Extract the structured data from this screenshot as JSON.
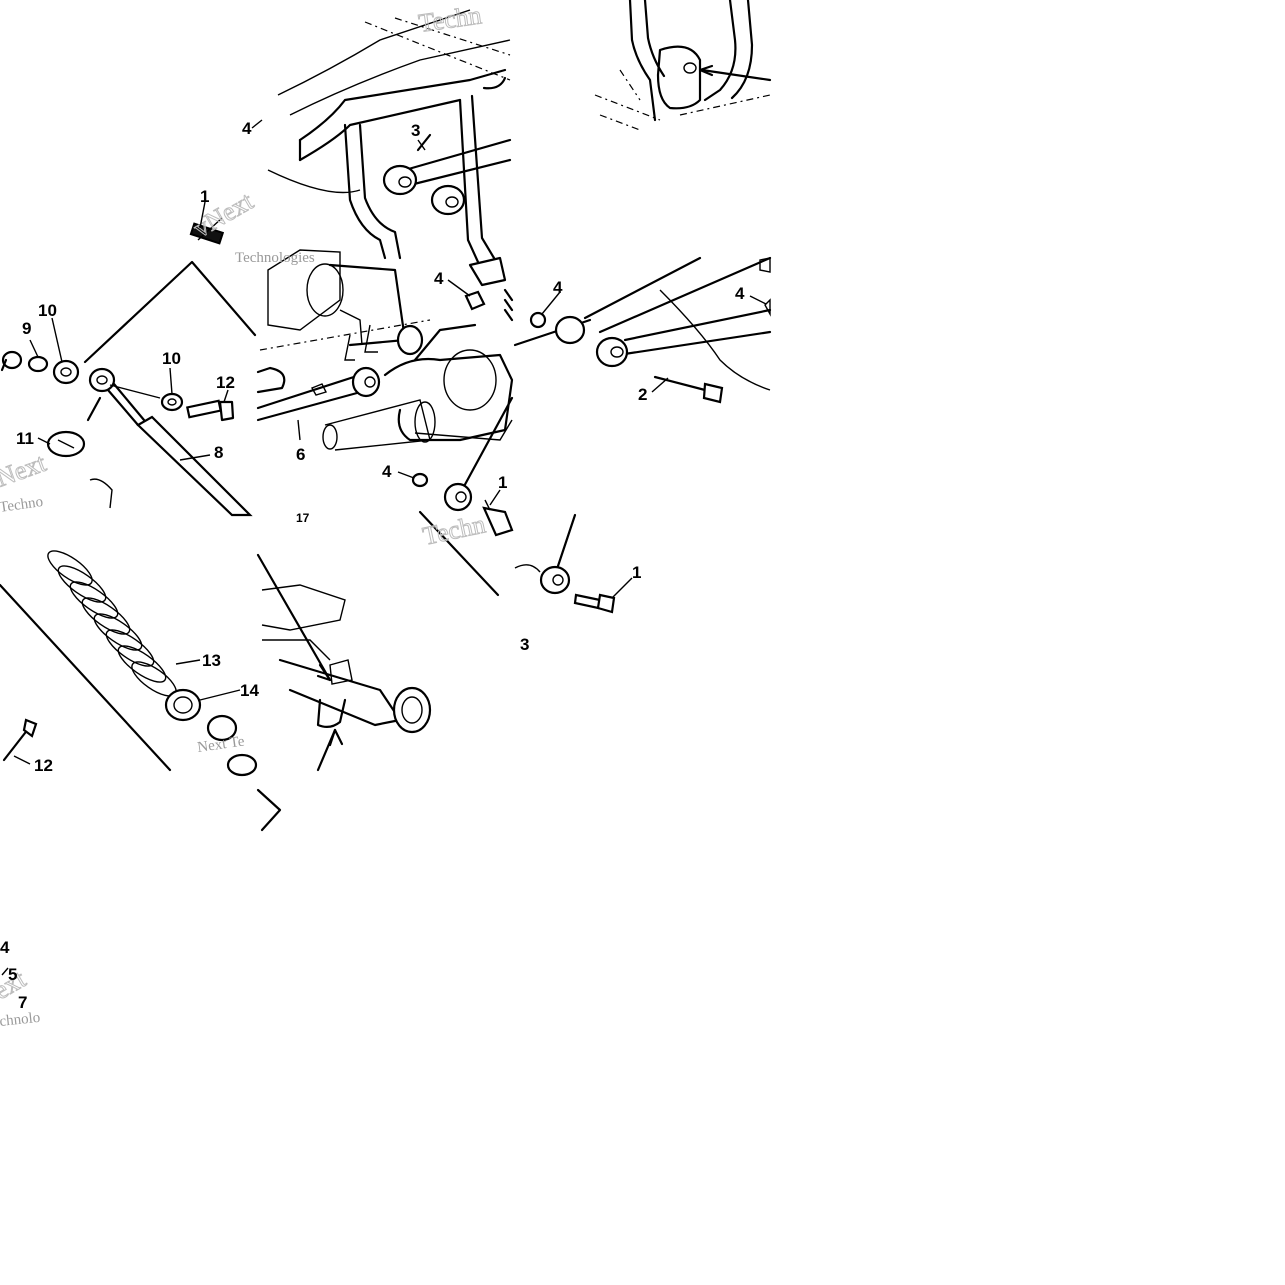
{
  "callouts": {
    "top_4": "4",
    "top_3": "3",
    "left_1": "1",
    "left_10a": "10",
    "left_9": "9",
    "left_10b": "10",
    "left_12a": "12",
    "left_11": "11",
    "left_8": "8",
    "mid_4": "4",
    "mid_6": "6",
    "mid_4b": "4",
    "mid_1": "1",
    "right_4a": "4",
    "right_4b": "4",
    "right_2": "2",
    "right_1": "1",
    "right_3": "3",
    "low_13": "13",
    "low_14": "14",
    "low_12": "12",
    "bot_4": "4",
    "bot_5": "5",
    "bot_7": "7",
    "small_17": "17"
  },
  "watermarks": {
    "tech_top": "Techn",
    "vnext_left": "vNext",
    "tech_left": "Technologies",
    "next_mid": "Next",
    "tech_mid": "Techno",
    "next_low": "Next Te",
    "next_bot": "ext",
    "tech_bot": "chnolo"
  }
}
